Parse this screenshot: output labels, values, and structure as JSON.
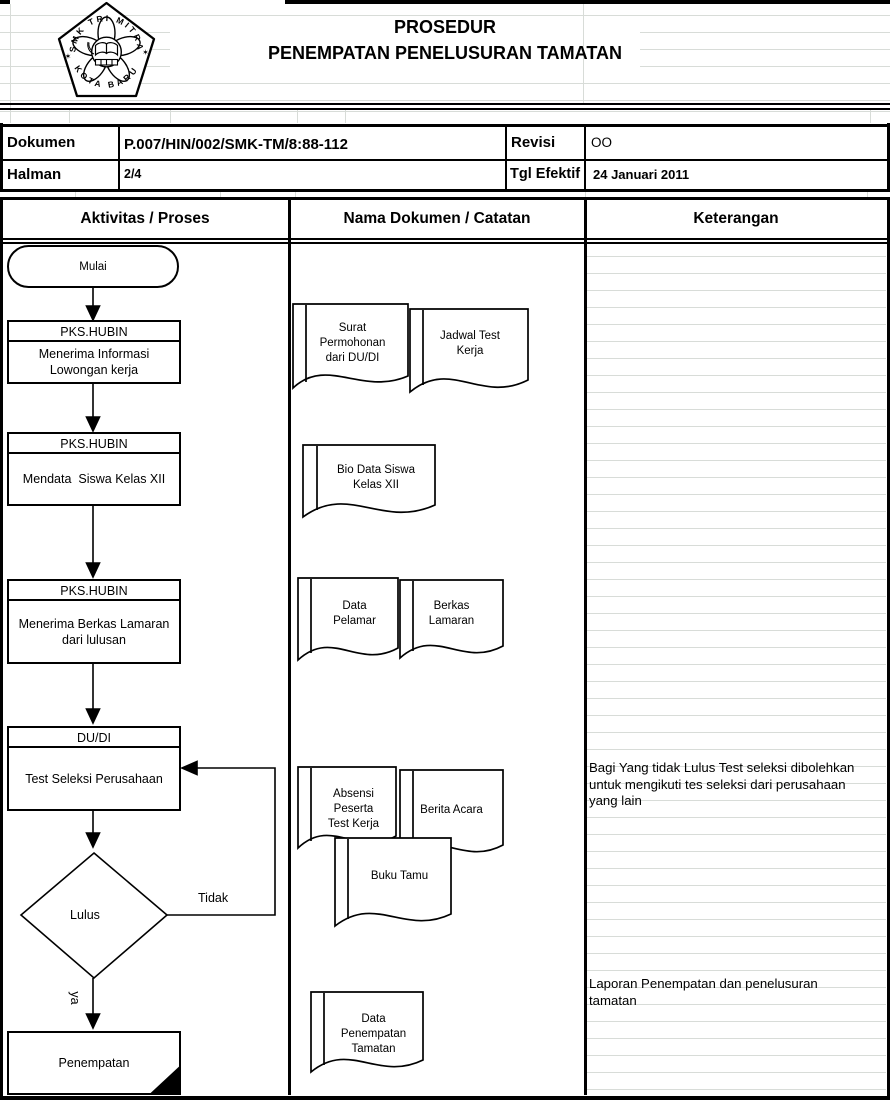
{
  "page": {
    "bg": "#ffffff",
    "ink": "#000000",
    "grid_line": "#d8dcd8"
  },
  "header": {
    "title_line1": "PROSEDUR",
    "title_line2": "PENEMPATAN PENELUSURAN TAMATAN",
    "logo": {
      "arc_top": "SMK TRI MITRA",
      "arc_bottom": "KOTA BARU",
      "star_left": "✶",
      "star_right": "✶"
    }
  },
  "doc_info": {
    "rows": [
      {
        "label": "Dokumen",
        "value": "P.007/HIN/002/SMK-TM/8:88-112",
        "label2": "Revisi",
        "value2": "OO"
      },
      {
        "label": "Halman",
        "value": "2/4",
        "label2": "Tgl Efektif",
        "value2": "24 Januari 2011"
      }
    ]
  },
  "columns": {
    "col1": "Aktivitas / Proses",
    "col2": "Nama Dokumen / Catatan",
    "col3": "Keterangan"
  },
  "flowchart": {
    "start_label": "Mulai",
    "steps": [
      {
        "owner": "PKS.HUBIN",
        "action": "Menerima Informasi\nLowongan kerja"
      },
      {
        "owner": "PKS.HUBIN",
        "action": "Mendata  Siswa Kelas XII"
      },
      {
        "owner": "PKS.HUBIN",
        "action": "Menerima Berkas Lamaran\ndari lulusan"
      },
      {
        "owner": "DU/DI",
        "action": "Test Seleksi Perusahaan"
      }
    ],
    "decision_label": "Lulus",
    "branch_no": "Tidak",
    "branch_yes": "ya",
    "end_label": "Penempatan"
  },
  "documents": [
    {
      "label": "Surat\nPermohonan\ndari DU/DI"
    },
    {
      "label": "Jadwal Test\nKerja"
    },
    {
      "label": "Bio Data Siswa\nKelas XII"
    },
    {
      "label": "Data\nPelamar"
    },
    {
      "label": "Berkas\nLamaran"
    },
    {
      "label": "Absensi\nPeserta\nTest Kerja"
    },
    {
      "label": "Berita Acara"
    },
    {
      "label": "Buku Tamu"
    },
    {
      "label": "Data\nPenempatan\nTamatan"
    }
  ],
  "keterangan": {
    "note1": "Bagi Yang tidak Lulus Test seleksi dibolehkan\nuntuk mengikuti tes seleksi dari perusahaan\nyang lain",
    "note2": "Laporan Penempatan dan penelusuran\ntamatan"
  }
}
